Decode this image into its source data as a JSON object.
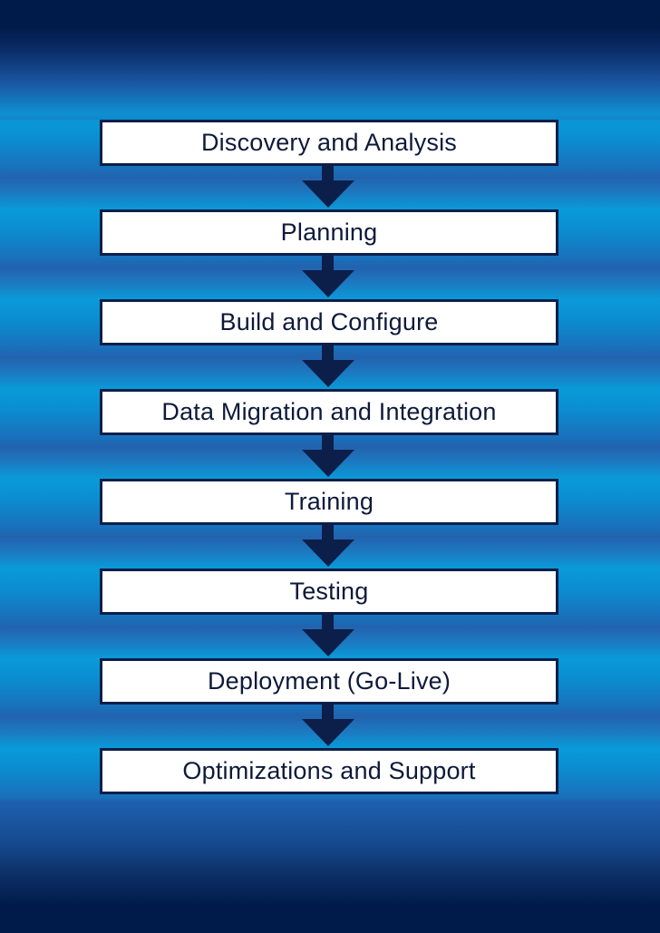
{
  "diagram": {
    "type": "vertical-flowchart",
    "colors": {
      "box_fill": "#ffffff",
      "box_border": "#0c1f4a",
      "text": "#0e1a3a",
      "arrow": "#0c1f4a",
      "background_dark": "#001a4a",
      "background_light": "#0a9ad8"
    },
    "steps": [
      {
        "label": "Discovery and Analysis"
      },
      {
        "label": "Planning"
      },
      {
        "label": "Build and Configure"
      },
      {
        "label": "Data Migration and Integration"
      },
      {
        "label": "Training"
      },
      {
        "label": "Testing"
      },
      {
        "label": "Deployment (Go-Live)"
      },
      {
        "label": "Optimizations and Support"
      }
    ],
    "arrows": [
      {
        "from": 0,
        "to": 1,
        "icon": "down-arrow-icon"
      },
      {
        "from": 1,
        "to": 2,
        "icon": "down-arrow-icon"
      },
      {
        "from": 2,
        "to": 3,
        "icon": "down-arrow-icon"
      },
      {
        "from": 3,
        "to": 4,
        "icon": "down-arrow-icon"
      },
      {
        "from": 4,
        "to": 5,
        "icon": "down-arrow-icon"
      },
      {
        "from": 5,
        "to": 6,
        "icon": "down-arrow-icon"
      },
      {
        "from": 6,
        "to": 7,
        "icon": "down-arrow-icon"
      }
    ]
  }
}
